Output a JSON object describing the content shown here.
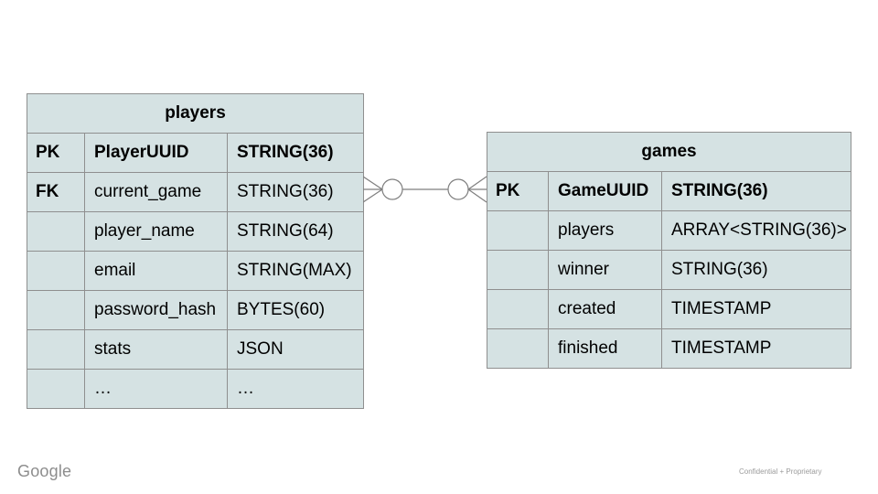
{
  "players_table": {
    "title": "players",
    "rows": [
      {
        "key": "PK",
        "name": "PlayerUUID",
        "type": "STRING(36)"
      },
      {
        "key": "FK",
        "name": "current_game",
        "type": "STRING(36)"
      },
      {
        "key": "",
        "name": "player_name",
        "type": "STRING(64)"
      },
      {
        "key": "",
        "name": "email",
        "type": "STRING(MAX)"
      },
      {
        "key": "",
        "name": "password_hash",
        "type": "BYTES(60)"
      },
      {
        "key": "",
        "name": "stats",
        "type": "JSON"
      },
      {
        "key": "",
        "name": "…",
        "type": "…"
      }
    ]
  },
  "games_table": {
    "title": "games",
    "rows": [
      {
        "key": "PK",
        "name": "GameUUID",
        "type": "STRING(36)"
      },
      {
        "key": "",
        "name": "players",
        "type": "ARRAY<STRING(36)>"
      },
      {
        "key": "",
        "name": "winner",
        "type": "STRING(36)"
      },
      {
        "key": "",
        "name": "created",
        "type": "TIMESTAMP"
      },
      {
        "key": "",
        "name": "finished",
        "type": "TIMESTAMP"
      }
    ]
  },
  "relationship": {
    "notation": "crow's-foot with optional circle at both ends",
    "cardinality": "zero-or-many to zero-or-many"
  },
  "footer": {
    "logo_text": "Google",
    "confidential_text": "Confidential + Proprietary"
  },
  "colors": {
    "cell_fill": "#d5e2e3",
    "cell_border": "#8f8f8f",
    "connector": "#7f7f7f",
    "text": "#000000",
    "footer_gray": "#8d8d8d"
  }
}
